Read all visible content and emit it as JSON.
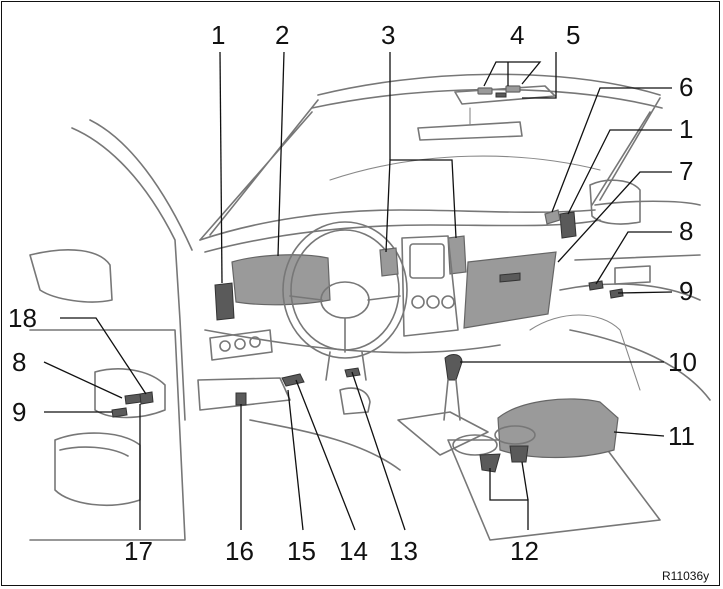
{
  "figure": {
    "reference_code": "R11036y",
    "callouts": [
      {
        "id": "c1a",
        "label": "1"
      },
      {
        "id": "c2",
        "label": "2"
      },
      {
        "id": "c3",
        "label": "3"
      },
      {
        "id": "c4",
        "label": "4"
      },
      {
        "id": "c5",
        "label": "5"
      },
      {
        "id": "c6",
        "label": "6"
      },
      {
        "id": "c1b",
        "label": "1"
      },
      {
        "id": "c7",
        "label": "7"
      },
      {
        "id": "c8a",
        "label": "8"
      },
      {
        "id": "c9a",
        "label": "9"
      },
      {
        "id": "c10",
        "label": "10"
      },
      {
        "id": "c11",
        "label": "11"
      },
      {
        "id": "c12",
        "label": "12"
      },
      {
        "id": "c13",
        "label": "13"
      },
      {
        "id": "c14",
        "label": "14"
      },
      {
        "id": "c15",
        "label": "15"
      },
      {
        "id": "c16",
        "label": "16"
      },
      {
        "id": "c17",
        "label": "17"
      },
      {
        "id": "c18",
        "label": "18"
      },
      {
        "id": "c8b",
        "label": "8"
      },
      {
        "id": "c9b",
        "label": "9"
      }
    ]
  }
}
